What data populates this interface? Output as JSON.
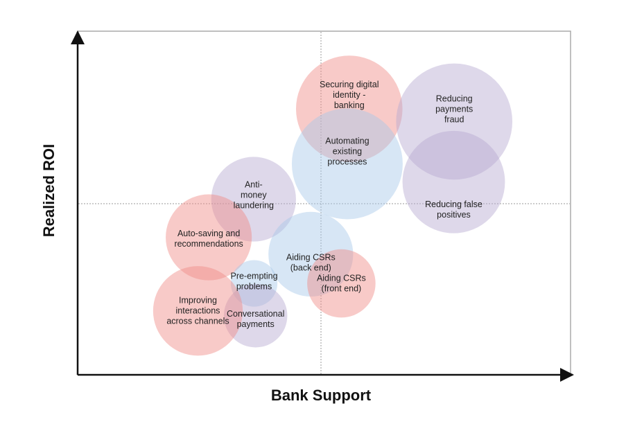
{
  "colors": {
    "red": "#f08a84",
    "blue": "#a7c8e8",
    "purple": "#b5a9d0",
    "axis": "#111111",
    "frame": "#aaaaaa",
    "quadrant_line": "#999999"
  },
  "chart_data": {
    "type": "scatter",
    "title": "",
    "xlabel": "Bank Support",
    "ylabel": "Realized ROI",
    "xlim": [
      0,
      100
    ],
    "ylim": [
      0,
      100
    ],
    "grid": false,
    "quadrant_divider": {
      "x": 49.5,
      "y": 49.5
    },
    "points": [
      {
        "label": "Securing digital identity - banking",
        "color_group": "red",
        "x": 55.1,
        "y": 77.4,
        "size": 24
      },
      {
        "label": "Reducing payments fraud",
        "color_group": "purple",
        "x": 76.4,
        "y": 73.7,
        "size": 26.2
      },
      {
        "label": "Automating existing processes",
        "color_group": "blue",
        "x": 54.7,
        "y": 61.4,
        "size": 25
      },
      {
        "label": "Reducing false positives",
        "color_group": "purple",
        "x": 76.3,
        "y": 56.1,
        "size": 23.1
      },
      {
        "label": "Anti- money laundering",
        "color_group": "purple",
        "x": 35.7,
        "y": 51.1,
        "size": 19.1
      },
      {
        "label": "Auto-saving and recommendations",
        "color_group": "red",
        "x": 26.6,
        "y": 40.0,
        "size": 19.4
      },
      {
        "label": "Aiding CSRs (back end)",
        "color_group": "blue",
        "x": 47.3,
        "y": 35.1,
        "size": 19.1
      },
      {
        "label": "Aiding CSRs (front end)",
        "color_group": "red",
        "x": 53.5,
        "y": 26.6,
        "size": 15.4
      },
      {
        "label": "Pre-empting problems",
        "color_group": "blue",
        "x": 35.8,
        "y": 26.6,
        "size": 10.5
      },
      {
        "label": "Conversational payments",
        "color_group": "purple",
        "x": 36.1,
        "y": 17.2,
        "size": 14.3
      },
      {
        "label": "Improving interactions across channels",
        "color_group": "red",
        "x": 24.4,
        "y": 18.6,
        "size": 20.2
      }
    ]
  }
}
